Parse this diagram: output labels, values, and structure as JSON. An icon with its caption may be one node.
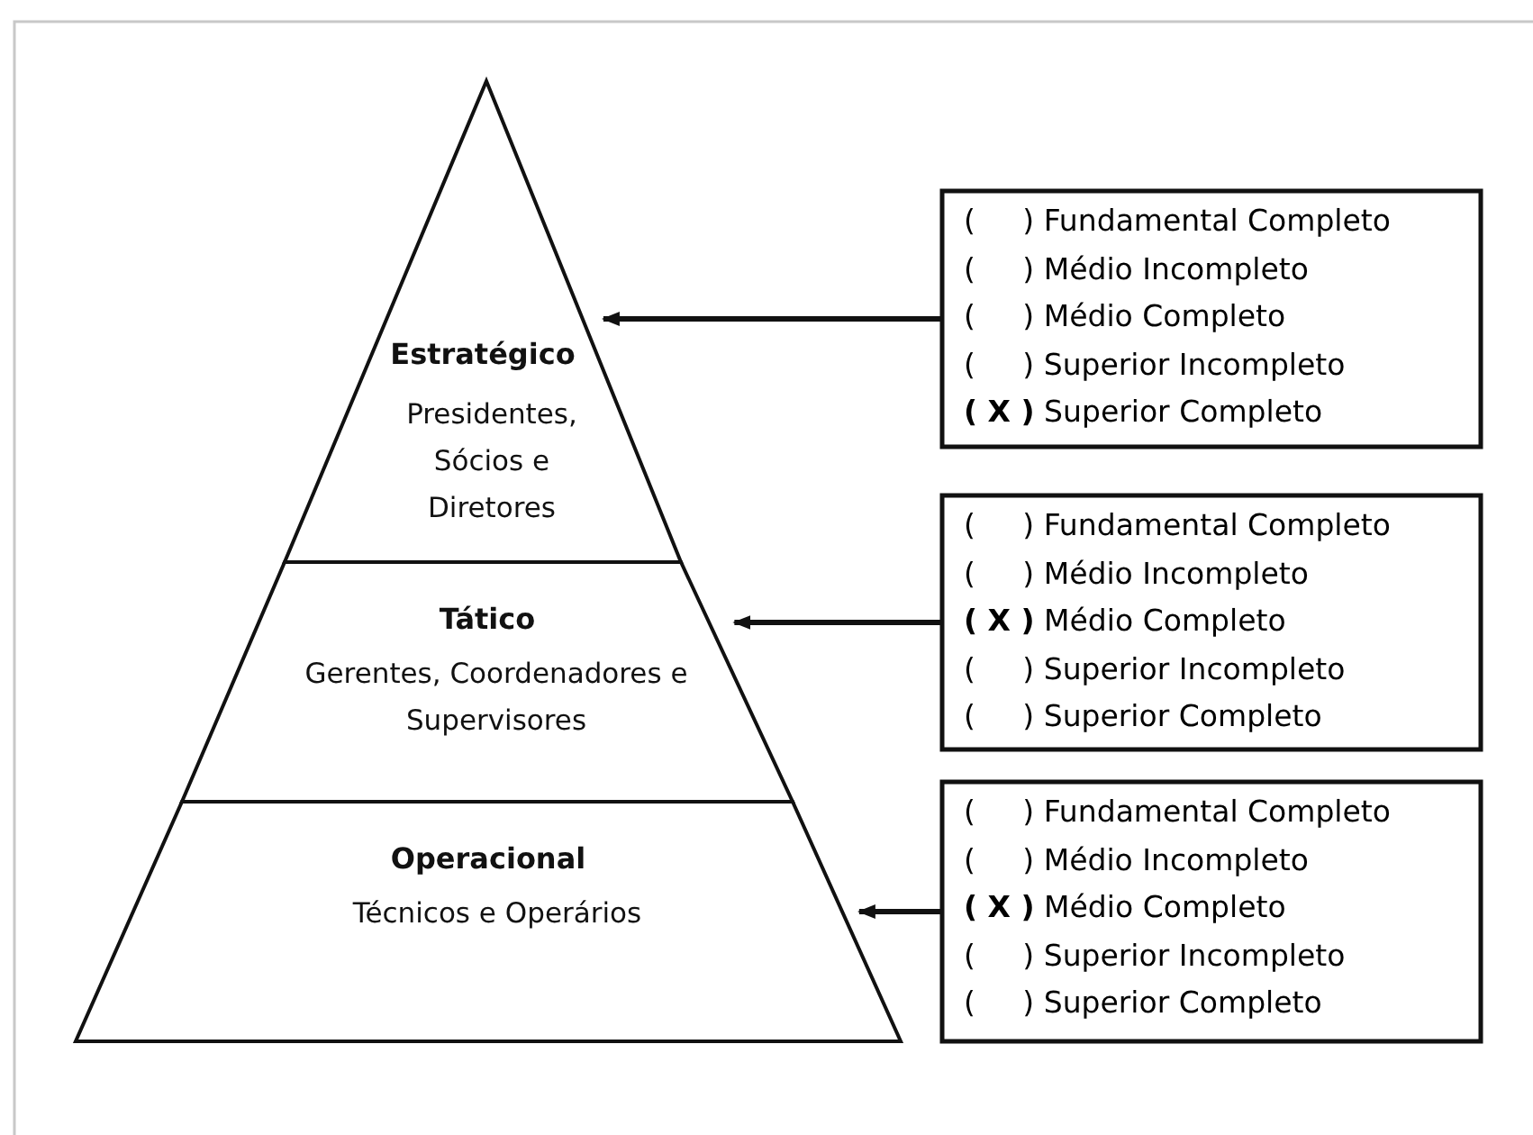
{
  "diagram": {
    "nodes": [
      {
        "text": [
          "Estratégico",
          "Presidentes, Sócios e Diretores"
        ]
      },
      {
        "text": [
          "Tático",
          "Gerentes, Coordenadores e Supervisores"
        ]
      },
      {
        "text": [
          "Operacional",
          "Técnicos e Operários"
        ]
      },
      {
        "text": [
          "(     ) Fundamental Completo",
          "(     ) Médio Incompleto",
          "(     ) Médio Completo",
          "(     ) Superior Incompleto",
          "**( X )** Superior Completo"
        ]
      },
      {
        "text": [
          "(     ) Fundamental Completo",
          "(     ) Médio Incompleto",
          "**( X )** Médio Completo",
          "(     ) Superior Incompleto",
          "(     ) Superior Completo"
        ]
      },
      {
        "text": [
          "(     ) Fundamental Completo",
          "(     ) Médio Incompleto",
          "**( X )** Médio Completo",
          "(     ) Superior Incompleto",
          "(     ) Superior Completo"
        ]
      }
    ],
    "edges": [
      {
        "from": 3,
        "to": 0,
        "arrow": "to"
      },
      {
        "from": 4,
        "to": 1,
        "arrow": "to"
      },
      {
        "from": 5,
        "to": 2,
        "arrow": "to"
      }
    ]
  }
}
